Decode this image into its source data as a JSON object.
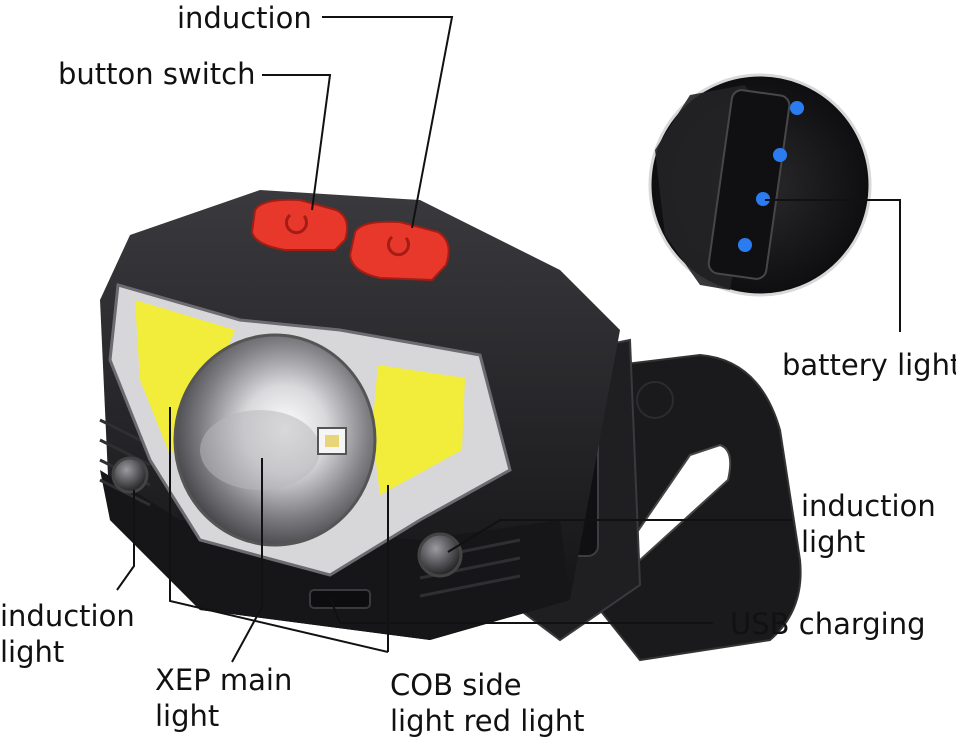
{
  "labels": {
    "induction_top": "induction",
    "button_switch": "button switch",
    "battery_light": "battery light",
    "induction_light_right_l1": "induction",
    "induction_light_right_l2": "light",
    "usb_charging": "USB charging",
    "induction_light_left_l1": "induction",
    "induction_light_left_l2": "light",
    "xep_l1": "XEP main",
    "xep_l2": "light",
    "cob_l1": "COB side",
    "cob_l2": "light red light"
  },
  "colors": {
    "body": "#1c1c1e",
    "body_edge": "#2e2e31",
    "buttons": "#e8372b",
    "cob": "#f2ec3a",
    "battery_dot": "#2a7cf0",
    "leader": "#111111"
  },
  "icons": {
    "power_button": "power-icon"
  }
}
